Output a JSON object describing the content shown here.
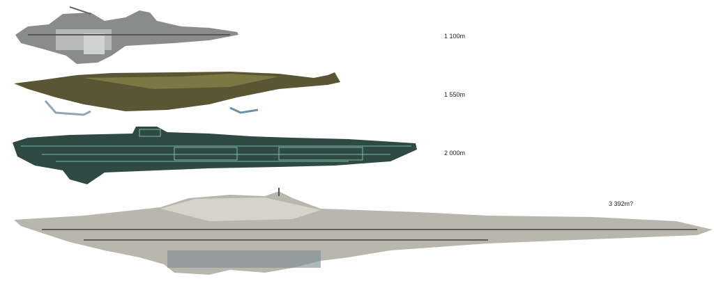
{
  "ships": [
    {
      "length_label": "1 100m",
      "length_m": 1100,
      "hull_color": "#8a8c8c"
    },
    {
      "length_label": "1 550m",
      "length_m": 1550,
      "hull_color": "#5a5634"
    },
    {
      "length_label": "2 000m",
      "length_m": 2000,
      "hull_color": "#2f4a42"
    },
    {
      "length_label": "3 392m?",
      "length_m": 3392,
      "hull_color": "#b9b6ad"
    }
  ]
}
